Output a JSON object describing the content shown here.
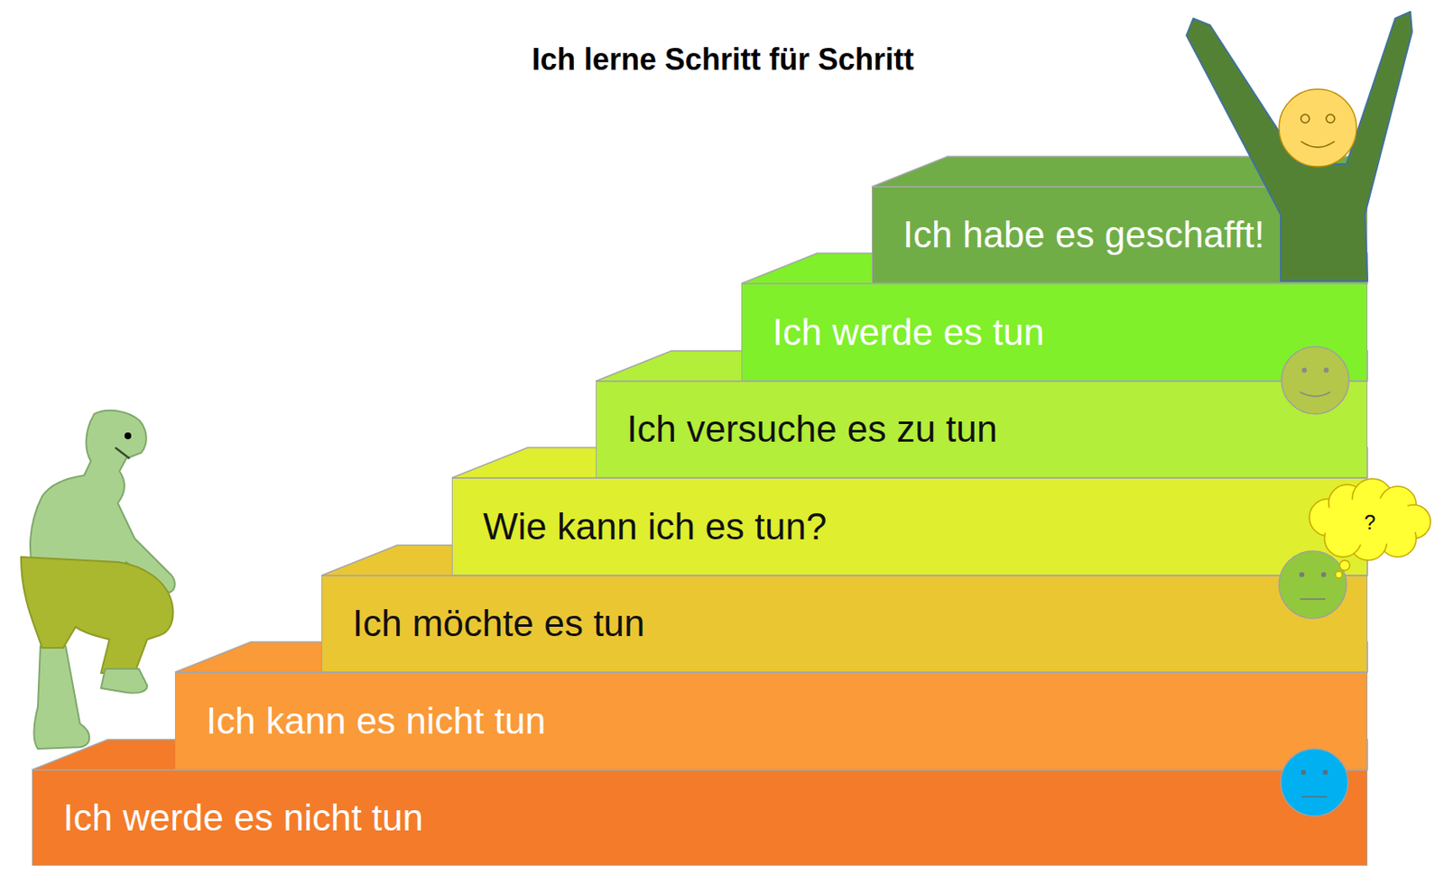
{
  "diagram": {
    "title": "Ich lerne Schritt für Schritt",
    "nodes": [
      {
        "text": [
          "Ich habe es geschafft!"
        ]
      },
      {
        "text": [
          "Ich werde es tun"
        ]
      },
      {
        "text": [
          "Ich versuche es zu tun"
        ]
      },
      {
        "text": [
          "Wie kann ich es tun?"
        ]
      },
      {
        "text": [
          "Ich möchte es tun"
        ]
      },
      {
        "text": [
          "Ich kann es nicht tun"
        ]
      },
      {
        "text": [
          "Ich werde es nicht tun"
        ]
      }
    ],
    "labels": [
      "?"
    ]
  }
}
